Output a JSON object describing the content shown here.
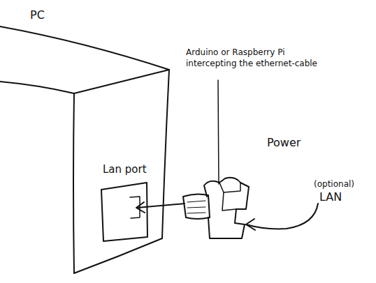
{
  "diagram": {
    "labels": [
      "PC",
      "Arduino or Raspberry Pi intercepting the ethernet-cable",
      "Lan port",
      "Power",
      "(optional)",
      "LAN"
    ]
  }
}
